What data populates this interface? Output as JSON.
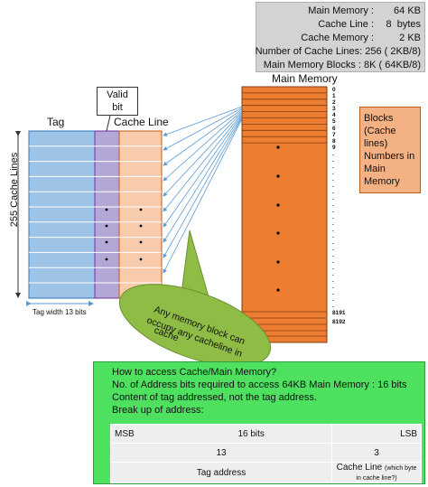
{
  "info": {
    "rows": [
      {
        "label": "Main Memory :",
        "value": "64 KB"
      },
      {
        "label": "Cache Line :",
        "value": "8  bytes"
      },
      {
        "label": "Cache Memory :",
        "value": "2 KB"
      },
      {
        "label": "Number of Cache Lines: 256 ( 2KB/8)",
        "value": ""
      },
      {
        "label": "Main Memory Blocks : 8K ( 64KB/8)",
        "value": ""
      }
    ]
  },
  "labels": {
    "main_memory": "Main Memory",
    "tag": "Tag",
    "cache_line": "Cache Line",
    "valid_bit_1": "Valid",
    "valid_bit_2": "bit",
    "cache_lines_side": "255 Cache Lines",
    "tag_width": "Tag width 13 bits",
    "blocks_note": "Blocks (Cache lines) Numbers in Main Memory",
    "callout": "Any memory block can occupy any cacheline in cache"
  },
  "mm_numbers": {
    "top": [
      "0",
      "1",
      "2",
      "3",
      "4",
      "5",
      "6",
      "7",
      "8",
      "9"
    ],
    "bottom": [
      "8191",
      "8192"
    ]
  },
  "green": {
    "lines": [
      "How to access Cache/Main Memory?",
      "No. of Address bits required to access 64KB Main Memory : 16 bits",
      "Content of tag addressed, not the tag address.",
      "Break up of address:"
    ],
    "table": {
      "msb": "MSB",
      "bits": "16 bits",
      "lsb": "LSB",
      "tag_bits": "13",
      "line_bits": "3",
      "tag_address": "Tag address",
      "cache_line": "Cache Line",
      "cache_line_note": "(which byte in cache line?)"
    }
  },
  "colors": {
    "tag": "#9dc3e6",
    "valid": "#b4a7d6",
    "cache_line": "#f8cbad",
    "main_memory": "#ed7d31",
    "callout": "#8fbc45",
    "green_box": "#4ee05f",
    "arrow": "#5b9bd5"
  }
}
